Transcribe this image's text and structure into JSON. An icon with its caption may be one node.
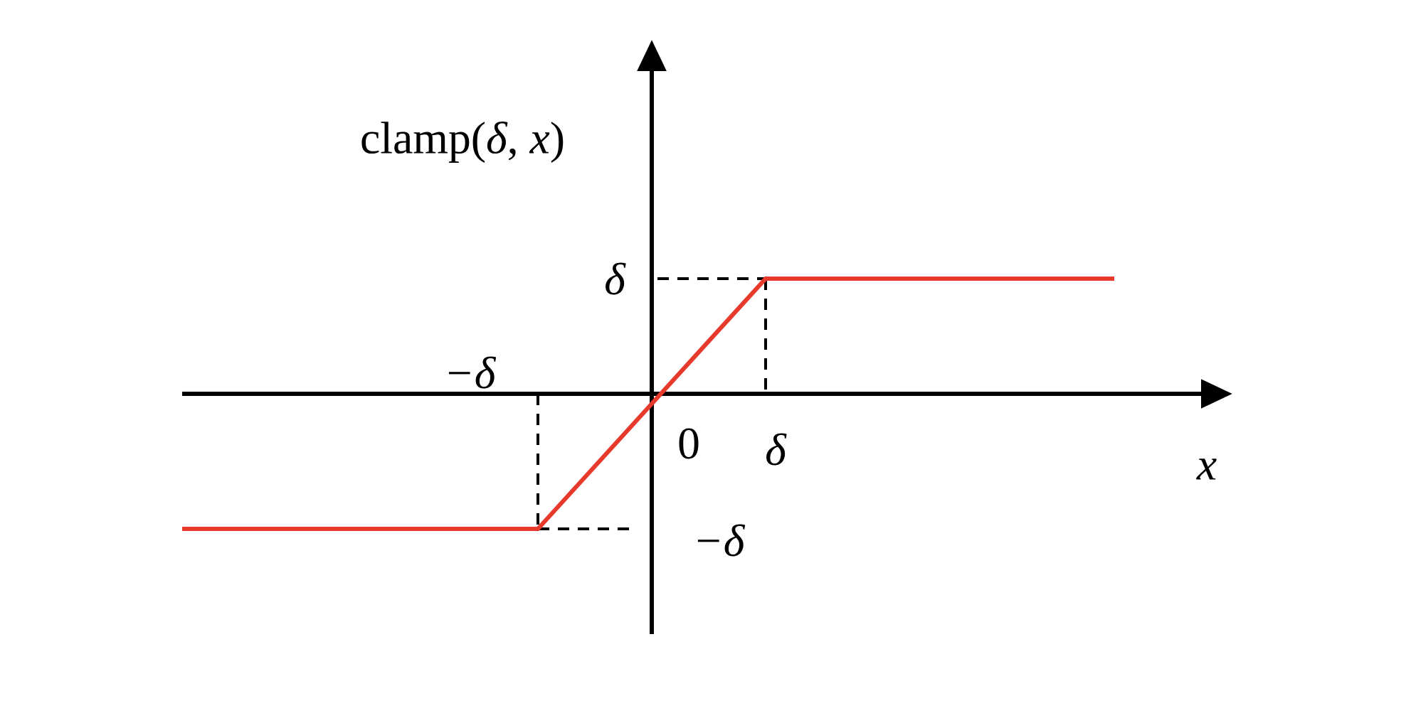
{
  "diagram": {
    "labels": [
      "clamp(*δ*, *x*)",
      "δ",
      "−δ",
      "0",
      "δ",
      "x",
      "−δ"
    ]
  }
}
